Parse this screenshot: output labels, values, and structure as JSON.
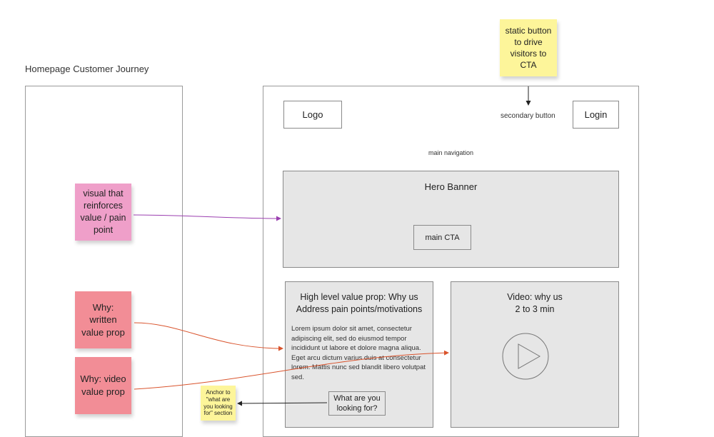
{
  "board": {
    "title": "Homepage Customer Journey"
  },
  "stickies": {
    "static_button": "static button to drive visitors to CTA",
    "visual": "visual that reinforces value / pain point",
    "why_written": "Why: written value prop",
    "why_video": "Why: video value prop",
    "anchor": "Anchor to \"what are you looking for\" section"
  },
  "wireframe": {
    "logo": "Logo",
    "secondary_button": "secondary button",
    "login": "Login",
    "main_navigation": "main navigation",
    "hero_banner": "Hero Banner",
    "main_cta": "main CTA",
    "value_prop_title_line1": "High level value prop: Why us",
    "value_prop_title_line2": "Address pain points/motivations",
    "lorem": "Lorem ipsum dolor sit amet, consectetur adipiscing elit, sed do eiusmod tempor incididunt ut labore et dolore magna aliqua. Eget arcu dictum varius duis at consectetur lorem. Mattis nunc sed blandit libero volutpat sed.",
    "what_looking_for": "What are you looking for?",
    "video_title_line1": "Video: why us",
    "video_title_line2": "2 to 3 min"
  },
  "colors": {
    "yellow_sticky": "#fdf59a",
    "pink_sticky": "#ef9fc9",
    "red_sticky": "#f28d96",
    "wire_grey": "#e6e6e6",
    "arrow_purple": "#9b3fb0",
    "arrow_red": "#d9532c"
  }
}
